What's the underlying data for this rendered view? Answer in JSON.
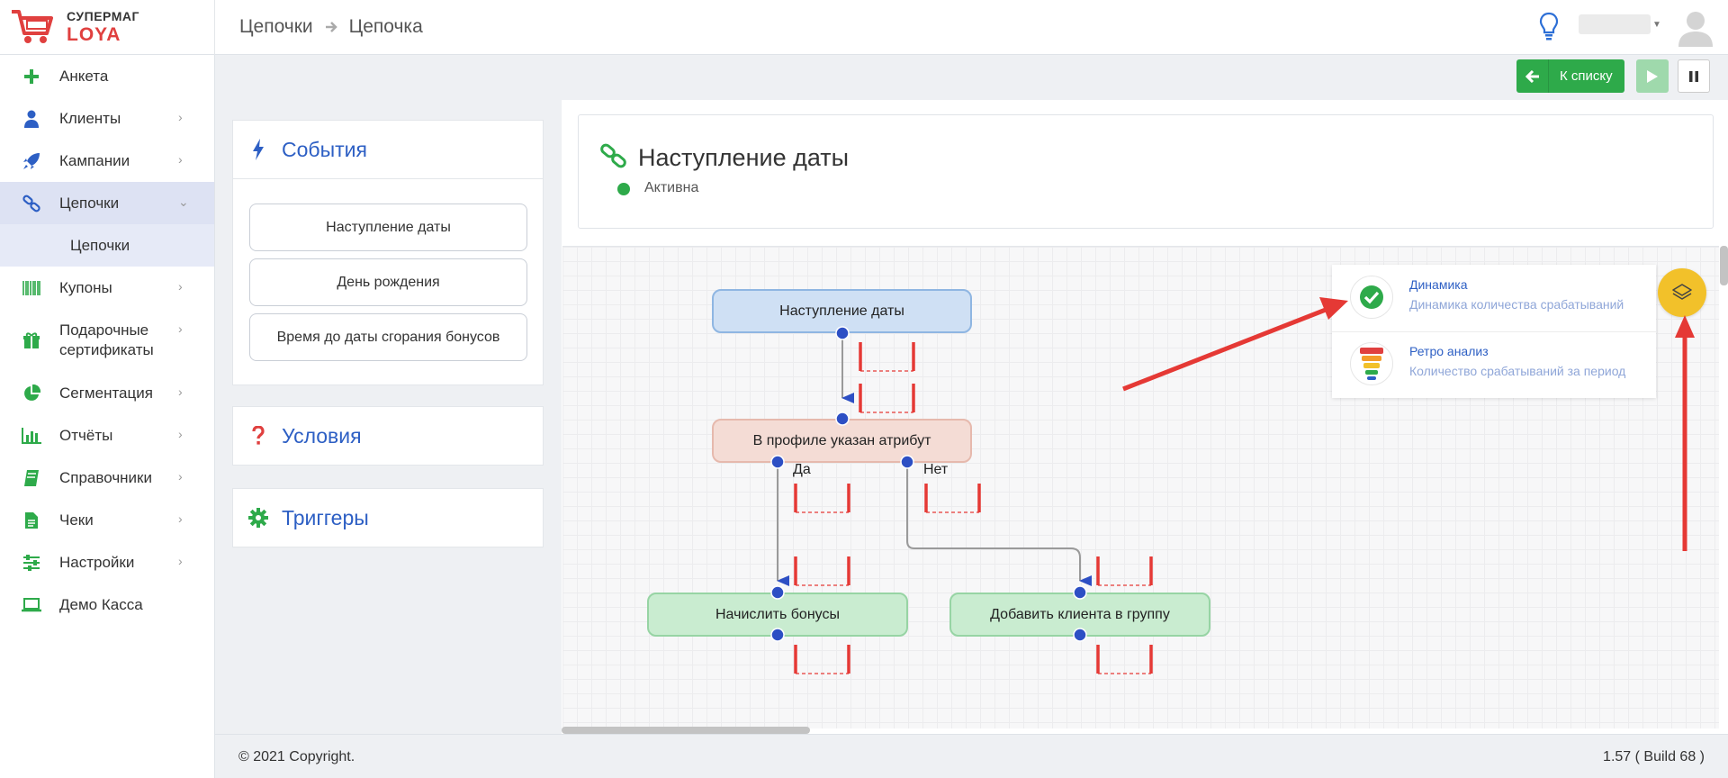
{
  "header": {
    "logo_line1": "СУПЕРМАГ",
    "logo_line2": "LOYA",
    "breadcrumbs": [
      "Цепочки",
      "Цепочка"
    ]
  },
  "sidebar": {
    "items": [
      {
        "label": "Анкета",
        "icon": "plus-icon"
      },
      {
        "label": "Клиенты",
        "icon": "user-icon"
      },
      {
        "label": "Кампании",
        "icon": "rocket-icon"
      },
      {
        "label": "Цепочки",
        "icon": "link-icon",
        "active": true
      },
      {
        "label": "Купоны",
        "icon": "barcode-icon"
      },
      {
        "label": "Подарочные сертификаты",
        "icon": "gift-icon"
      },
      {
        "label": "Сегментация",
        "icon": "pie-chart-icon"
      },
      {
        "label": "Отчёты",
        "icon": "bar-chart-icon"
      },
      {
        "label": "Справочники",
        "icon": "book-icon"
      },
      {
        "label": "Чеки",
        "icon": "receipt-icon"
      },
      {
        "label": "Настройки",
        "icon": "sliders-icon"
      },
      {
        "label": "Демо Касса",
        "icon": "laptop-icon"
      }
    ],
    "subitem": "Цепочки"
  },
  "toolbar": {
    "back_label": "К списку"
  },
  "panels": {
    "events": {
      "title": "События",
      "buttons": [
        "Наступление даты",
        "День рождения",
        "Время до даты сгорания бонусов"
      ]
    },
    "conditions": {
      "title": "Условия"
    },
    "triggers": {
      "title": "Триггеры"
    }
  },
  "chain": {
    "title": "Наступление даты",
    "status": "Активна",
    "status_color": "#2eaa4a"
  },
  "flow": {
    "nodes": {
      "start": "Наступление даты",
      "condition": "В профиле указан атрибут",
      "yes_action": "Начислить бонусы",
      "no_action": "Добавить клиента в группу"
    },
    "edge_yes": "Да",
    "edge_no": "Нет"
  },
  "analysis": {
    "items": [
      {
        "title": "Динамика",
        "subtitle": "Динамика количества срабатываний"
      },
      {
        "title": "Ретро анализ",
        "subtitle": "Количество срабатываний за период"
      }
    ]
  },
  "footer": {
    "copyright": "© 2021 Copyright.",
    "version": "1.57 ( Build 68 )"
  },
  "colors": {
    "accent": "#2d5fc4",
    "success": "#2eaa4a",
    "logo_red": "#e0403f",
    "annotation": "#e53935"
  }
}
